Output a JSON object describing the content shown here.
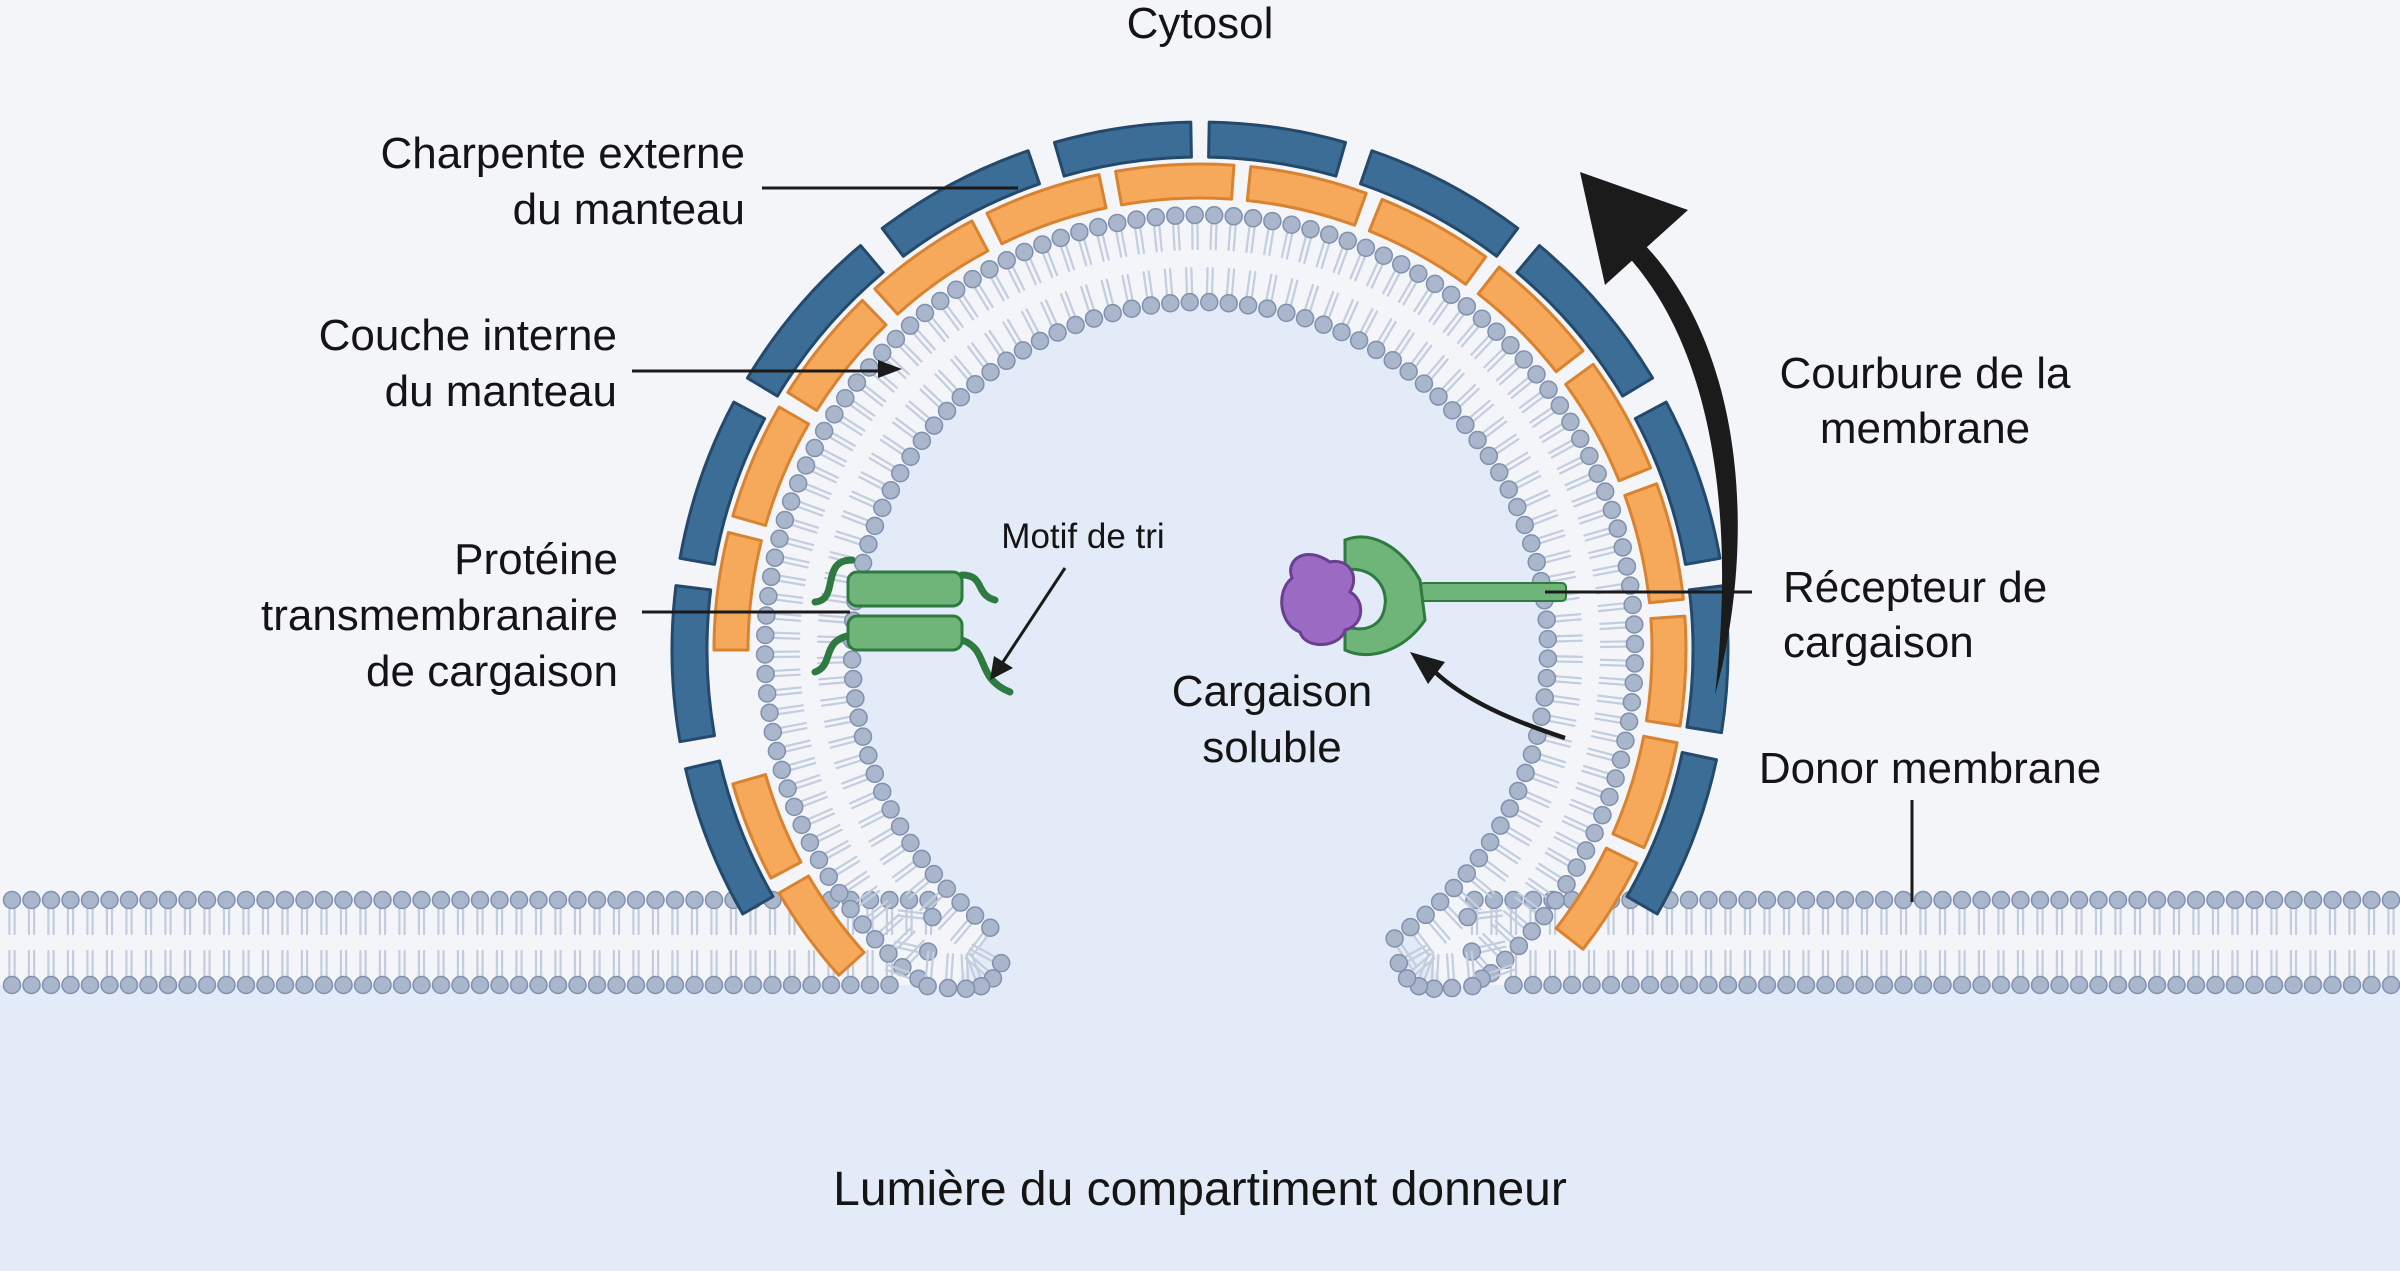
{
  "labels": {
    "cytosol": "Cytosol",
    "outer_coat": [
      "Charpente externe",
      "du manteau"
    ],
    "inner_coat": [
      "Couche interne",
      "du manteau"
    ],
    "curvature": [
      "Courbure de la",
      "membrane"
    ],
    "transmembrane": [
      "Protéine",
      "transmembranaire",
      "de cargaison"
    ],
    "sorting_motif": "Motif de tri",
    "receptor": [
      "Récepteur de",
      "cargaison"
    ],
    "soluble_cargo": [
      "Cargaison",
      "soluble"
    ],
    "donor_membrane": "Donor membrane",
    "lumen": "Lumière du compartiment donneur"
  },
  "colors": {
    "background": "#f3f5f9",
    "lumen": "#e3ebf8",
    "outer_coat": "#3b6d96",
    "outer_coat_stroke": "#24496b",
    "inner_coat": "#f6a95b",
    "inner_coat_stroke": "#d98331",
    "lipid_head": "#a9b6cc",
    "lipid_head_stroke": "#8091ad",
    "lipid_tail": "#c3cddd",
    "protein_green": "#6fb57a",
    "protein_green_dark": "#2f7a40",
    "cargo_purple": "#9b6ac2",
    "arrow": "#1b1b1b"
  }
}
